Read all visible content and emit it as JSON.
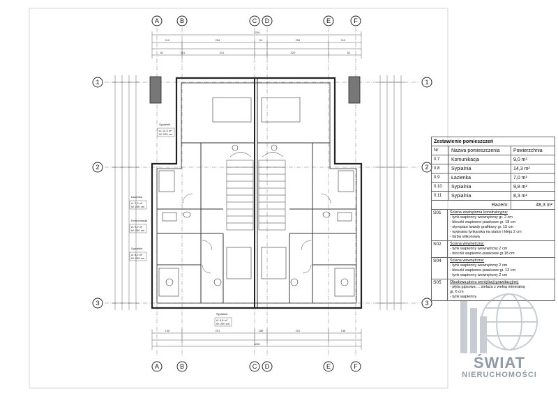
{
  "axes": {
    "columns": [
      "A",
      "B",
      "C",
      "D",
      "E",
      "F"
    ],
    "rows": [
      "1",
      "2",
      "3"
    ]
  },
  "rooms_table": {
    "title": "Zestawienie pomieszczeń",
    "col_nr": "Nr",
    "col_name": "Nazwa pomieszczenia",
    "col_area": "Powierzchnia",
    "rows": [
      {
        "nr": "0.7",
        "name": "Komunikacja",
        "area": "9,0 m²"
      },
      {
        "nr": "0.8",
        "name": "Sypialnia",
        "area": "14,3 m²"
      },
      {
        "nr": "0.9",
        "name": "Łazienka",
        "area": "7,0 m²"
      },
      {
        "nr": "0.10",
        "name": "Sypialnia",
        "area": "9,8 m²"
      },
      {
        "nr": "0.11",
        "name": "Sypialnia",
        "area": "8,3 m²"
      }
    ],
    "total_label": "Razem:",
    "total_value": "48,3 m²"
  },
  "specs": [
    {
      "code": "S01",
      "title": "Ściana zewnętrzna konstrukcyjna:",
      "items": [
        "- tynk wapienny wewnętrzny gr. 2 cm",
        "- bloczki wapienno-piaskowe gr. 18 cm",
        "- styropian twardy grafitowy gr. 15 cm",
        "- wyprawa tynkarska na siatce i kleju 2 cm",
        "- farba silikonowa"
      ]
    },
    {
      "code": "S02",
      "title": "Ściana wewnętrzna:",
      "items": [
        "- tynk wapienny wewnętrzny 2 cm",
        "- bloczki wapienno-piaskowe gr.18 cm"
      ]
    },
    {
      "code": "S04",
      "title": "Ściana wewnętrzna:",
      "items": [
        "- tynk wapienny wewnętrzny 2 cm",
        "- bloczki wapienno-piaskowe gr. 12 cm",
        "- tynk wapienny wewnętrzny 2 cm"
      ]
    },
    {
      "code": "S05",
      "title": "Obudowa pionu wentylacji grawitacyjnej:",
      "items": [
        "- płyta gipsowa ... stelażu z wełną mineralną",
        "  gr. 6 cm",
        "- tynk wapienny"
      ]
    }
  ],
  "room_labels": [
    {
      "name": "Sypialnia",
      "a1": "A: 14,3 m²",
      "a2": "W: 290 cm"
    },
    {
      "name": "Łazienka",
      "a1": "A: 7,0 m²",
      "a2": "W: 250 cm"
    },
    {
      "name": "Komunikacja",
      "a1": "A: 9,0 m²",
      "a2": "W: 250 cm"
    },
    {
      "name": "Sypialnia",
      "a1": "A: 8,3 m²",
      "a2": "W: 250 cm"
    },
    {
      "name": "Sypialnia",
      "a1": "A: 9,8 m²",
      "a2": "W: 250 cm"
    }
  ],
  "dims": {
    "top_overall": "1206",
    "top_row2": [
      "110",
      "254",
      "54",
      "254",
      "110"
    ],
    "top_row3": [
      "81",
      "161",
      "331",
      "320",
      "81"
    ],
    "bottom_row1": [
      "136",
      "201",
      "288",
      "201",
      "136"
    ],
    "bottom_overall": "1206"
  },
  "watermark": {
    "line1": "ŚWIAT",
    "line2": "NIERUCHOMOŚCI"
  },
  "colors": {
    "line": "#222222",
    "wall_fill": "#d0d0d0",
    "watermark": "#8e9aa5"
  }
}
